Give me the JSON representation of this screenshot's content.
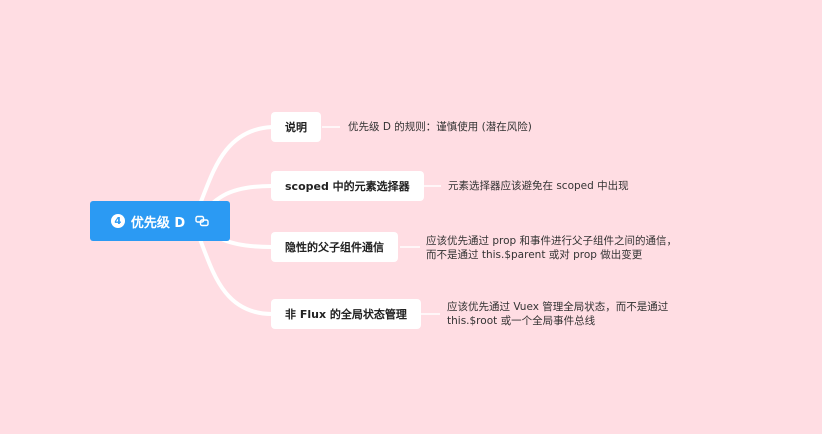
{
  "root": {
    "number": "4",
    "label": "优先级 D",
    "link_icon": "link-icon"
  },
  "branches": [
    {
      "label": "说明",
      "notes": [
        "优先级 D 的规则：谨慎使用 (潜在风险)"
      ]
    },
    {
      "label": "scoped 中的元素选择器",
      "notes": [
        "元素选择器应该避免在 scoped 中出现"
      ]
    },
    {
      "label": "隐性的父子组件通信",
      "notes": [
        "应该优先通过 prop 和事件进行父子组件之间的通信，",
        "而不是通过 this.$parent 或对 prop 做出变更"
      ]
    },
    {
      "label": "非 Flux 的全局状态管理",
      "notes": [
        "应该优先通过 Vuex 管理全局状态，而不是通过",
        "this.$root 或一个全局事件总线"
      ]
    }
  ],
  "colors": {
    "background": "#ffdde3",
    "root": "#2b9af3",
    "connector": "#ffffff"
  }
}
